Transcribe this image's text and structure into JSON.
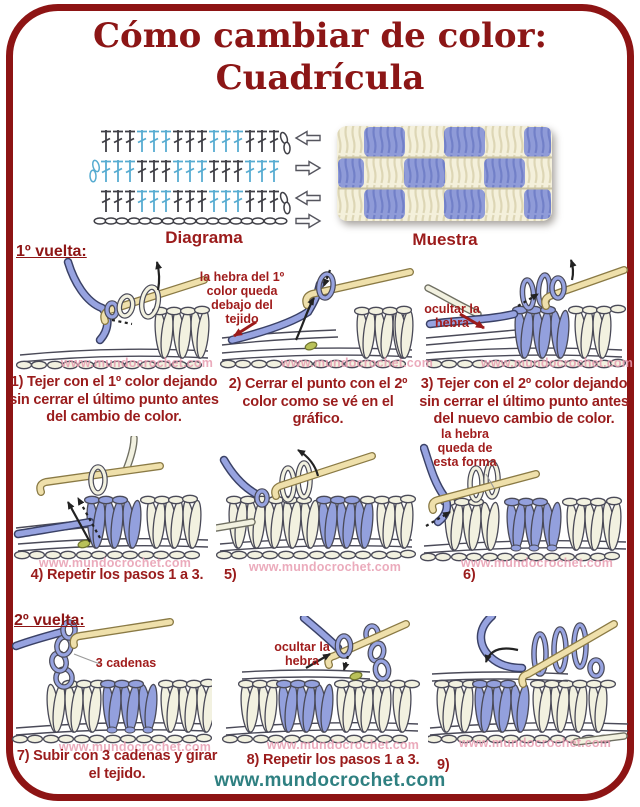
{
  "title": {
    "line1": "Cómo cambiar de color:",
    "line2": "Cuadrícula"
  },
  "figures": {
    "diagram_label": "Diagrama",
    "sample_label": "Muestra"
  },
  "sections": {
    "round1": "1º vuelta:",
    "round2": "2º vuelta:"
  },
  "steps": [
    {
      "caption": "1) Tejer con el 1º color dejando sin cerrar el último punto antes del cambio de color."
    },
    {
      "annotation": "la hebra del 1º color queda debajo del tejido",
      "caption": "2) Cerrar el punto con el 2º color como se vé en el gráfico."
    },
    {
      "annotation": "ocultar la hebra",
      "caption": "3) Tejer con el 2º color dejando sin cerrar el último punto antes del nuevo cambio de color."
    },
    {
      "caption": "4) Repetir los pasos 1 a 3."
    },
    {
      "caption": "5)"
    },
    {
      "annotation": "la hebra queda de esta forma",
      "caption": "6)"
    },
    {
      "annotation": "3 cadenas",
      "caption": "7) Subir con 3 cadenas y girar el tejido."
    },
    {
      "annotation": "ocultar la hebra",
      "caption": "8) Repetir los pasos 1 a 3."
    },
    {
      "caption": "9)"
    }
  ],
  "watermark": "www.mundocrochet.com",
  "footer": {
    "site": "www.mundocrochet.com"
  },
  "colors": {
    "border_red": "#8d1414",
    "title_red": "#8c1616",
    "caption_red": "#9a1c1c",
    "footer_teal": "#2f8081",
    "yarn_blue": "#93a0dd",
    "yarn_cream": "#f2f1e0",
    "hook_tan": "#efe0ab",
    "diagram_blue": "#57acd1",
    "watermark_pink": "#e89cb0",
    "olive_marker": "#b9c159"
  }
}
